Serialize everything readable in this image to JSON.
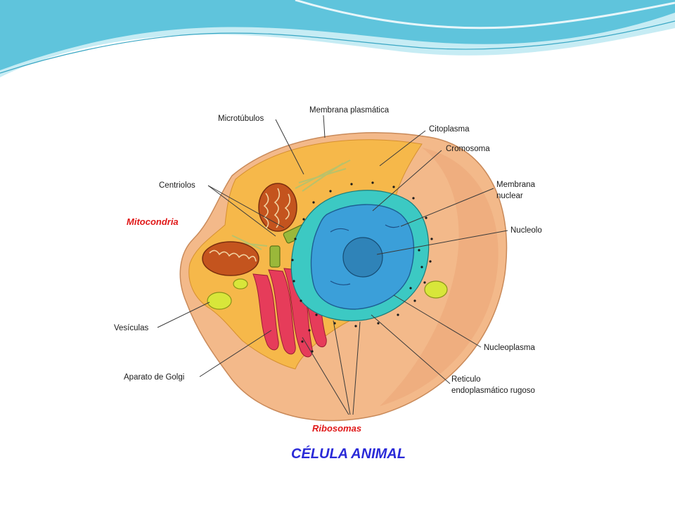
{
  "title": "CÉLULA ANIMAL",
  "labels": {
    "microtubulos": "Microtúbulos",
    "membrana_plasmatica": "Membrana plasmática",
    "citoplasma": "Citoplasma",
    "cromosoma": "Cromosoma",
    "membrana_nuclear_1": "Membrana",
    "membrana_nuclear_2": "nuclear",
    "centriolos": "Centriolos",
    "mitocondria": "Mitocondria",
    "nucleolo": "Nucleolo",
    "vesiculas": "Vesículas",
    "nucleoplasma": "Nucleoplasma",
    "aparato_golgi": "Aparato de Golgi",
    "reticulo_1": "Reticulo",
    "reticulo_2": "endoplasmático rugoso",
    "ribosomas": "Ribosomas"
  },
  "colors": {
    "header_teal": "#5fc4dc",
    "header_light": "#c6ecf4",
    "cell_outer": "#f3b98a",
    "cytoplasm": "#f6b84a",
    "nucleus_teal": "#3cc9c3",
    "nucleus_blue": "#3b9fd9",
    "nucleolus": "#2f83b8",
    "golgi": "#e63c5a",
    "mitochondria": "#c4541e",
    "vesicle": "#d8e63a",
    "title_blue": "#2a2ad8",
    "label_red": "#e01818"
  }
}
